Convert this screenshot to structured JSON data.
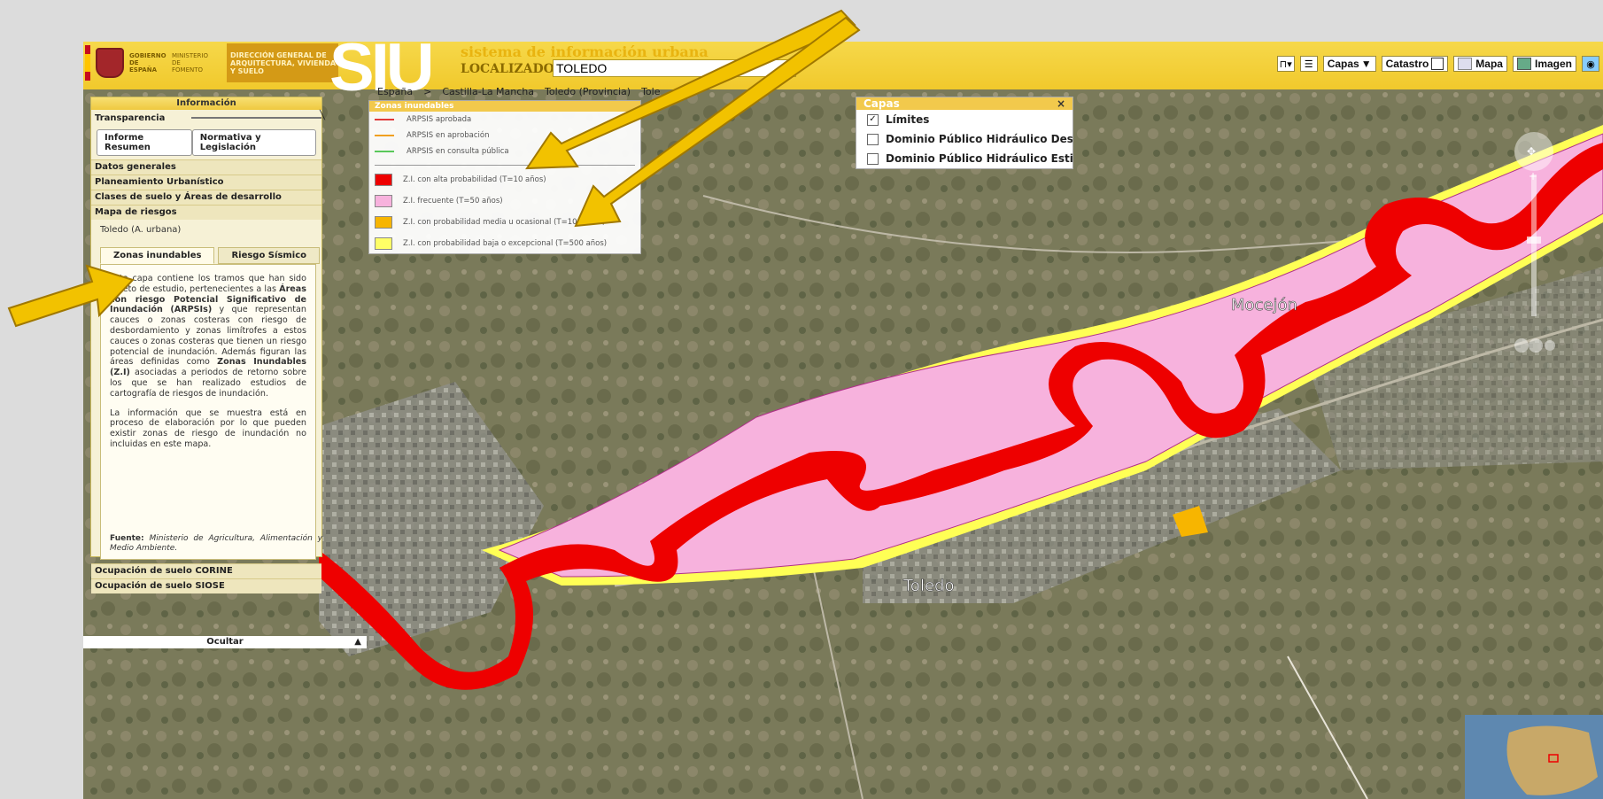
{
  "header": {
    "gov_label": "GOBIERNO DE ESPAÑA",
    "ministry_label": "MINISTERIO DE FOMENTO",
    "dg_label": "DIRECCIÓN GENERAL DE ARQUITECTURA, VIVIENDA Y SUELO",
    "siu_logo": "SIU",
    "system_title": "sistema de información urbana",
    "locator_label": "LOCALIZADOR",
    "locator_value": "TOLEDO"
  },
  "breadcrumb": {
    "items": [
      "España",
      ">",
      "Castilla-La Mancha",
      "Toledo (Provincia)",
      "Tole"
    ]
  },
  "toolbar": {
    "capas_label": "Capas",
    "capas_arrow": "▼",
    "catastro_label": "Catastro",
    "mapa_label": "Mapa",
    "imagen_label": "Imagen"
  },
  "panel": {
    "title": "Información",
    "transparency_label": "Transparencia",
    "btn_summary": "Informe Resumen",
    "btn_normativa": "Normativa y Legislación",
    "sections": [
      "Datos generales",
      "Planeamiento Urbanístico",
      "Clases de suelo y Áreas de desarrollo",
      "Mapa de riesgos"
    ],
    "location": "Toledo (A. urbana)",
    "tab_flood": "Zonas inundables",
    "tab_seismic": "Riesgo Sísmico",
    "para1_a": "Esta capa contiene los tramos que han sido objeto de estudio, pertenecientes a las ",
    "para1_b": "Áreas con riesgo Potencial Significativo de Inundación (ARPSIs)",
    "para1_c": " y que representan cauces o zonas costeras con riesgo de desbordamiento y zonas limítrofes a estos cauces o zonas costeras que tienen un riesgo potencial de inundación. Además figuran las áreas definidas como ",
    "para1_d": "Zonas Inundables (Z.I)",
    "para1_e": " asociadas a periodos de retorno sobre los que se han realizado estudios de cartografía de riesgos de inundación.",
    "para2": "La información que se muestra está en proceso de elaboración por lo que pueden existir zonas de riesgo de inundación no incluidas en este mapa.",
    "source_label": "Fuente:",
    "source_text": " Ministerio de Agricultura, Alimentación y Medio Ambiente.",
    "sections_bottom": [
      "Ocupación de suelo CORINE",
      "Ocupación de suelo SIOSE"
    ],
    "hide_label": "Ocultar",
    "hide_arrow": "▲"
  },
  "legend": {
    "title": "Zonas inundables",
    "lines": [
      {
        "label": "ARPSIS aprobada",
        "color": "#e03a3a"
      },
      {
        "label": "ARPSIS en aprobación",
        "color": "#f0a020"
      },
      {
        "label": "ARPSIS en consulta pública",
        "color": "#5ac85a"
      }
    ],
    "boxes": [
      {
        "label": "Z.I. con alta probabilidad (T=10 años)",
        "color": "#ee0000"
      },
      {
        "label": "Z.I. frecuente (T=50 años)",
        "color": "#f7b2dd"
      },
      {
        "label": "Z.I. con probabilidad media u ocasional (T=100 años)",
        "color": "#f7b500"
      },
      {
        "label": "Z.I. con probabilidad baja o excepcional (T=500 años)",
        "color": "#ffff66"
      }
    ]
  },
  "capas_panel": {
    "title": "Capas",
    "close": "×",
    "items": [
      {
        "label": "Límites",
        "checked": true
      },
      {
        "label": "Dominio Público Hidráulico Deslinda",
        "checked": false
      },
      {
        "label": "Dominio Público Hidráulico Estima",
        "checked": false
      }
    ]
  },
  "map_labels": {
    "mocejon": "Mocejón",
    "toledo": "Toledo"
  }
}
